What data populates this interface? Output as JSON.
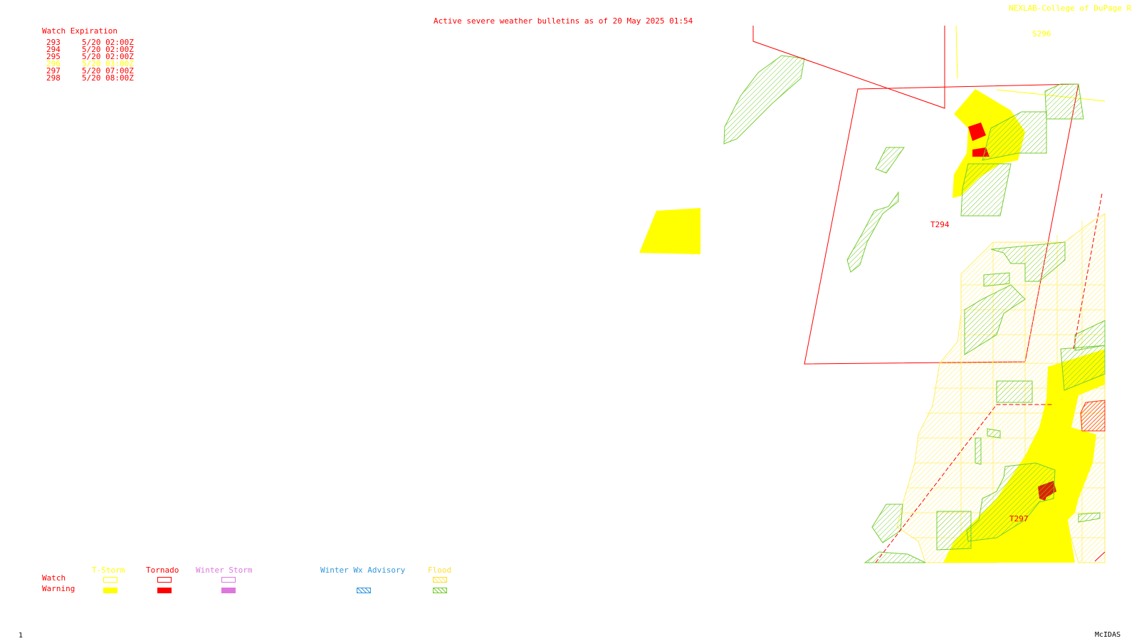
{
  "header": {
    "title": "Active severe weather bulletins as of 20 May 2025 01:54",
    "brand": "NEXLAB-College of DuPage R"
  },
  "watch_table": {
    "heading": "Watch Expiration",
    "rows": [
      {
        "id": "293",
        "expires": "5/20 02:00Z",
        "color": "#ff0000"
      },
      {
        "id": "294",
        "expires": "5/20 02:00Z",
        "color": "#ff0000"
      },
      {
        "id": "295",
        "expires": "5/20 02:00Z",
        "color": "#ff0000"
      },
      {
        "id": "296",
        "expires": "5/20 03:00Z",
        "color": "#ffff00"
      },
      {
        "id": "297",
        "expires": "5/20 07:00Z",
        "color": "#ff0000"
      },
      {
        "id": "298",
        "expires": "5/20 08:00Z",
        "color": "#ff0000"
      }
    ]
  },
  "map_labels": {
    "s296": "S296",
    "t294": "T294",
    "t297": "T297"
  },
  "legend": {
    "row_watch": "Watch",
    "row_warning": "Warning",
    "categories": [
      {
        "label": "T-Storm",
        "color": "#ffff00"
      },
      {
        "label": "Tornado",
        "color": "#ff0000"
      },
      {
        "label": "Winter Storm",
        "color": "#dd77dd"
      },
      {
        "label": "Winter Wx Advisory",
        "color": "#3399dd"
      },
      {
        "label": "Flood",
        "color": "#ffdd33"
      }
    ]
  },
  "footer": {
    "page": "1",
    "app": "McIDAS"
  },
  "colors": {
    "tornado": "#ff0000",
    "tstorm": "#ffff00",
    "flood_warning": "#77cc33",
    "flood_watch": "#ffee66"
  }
}
